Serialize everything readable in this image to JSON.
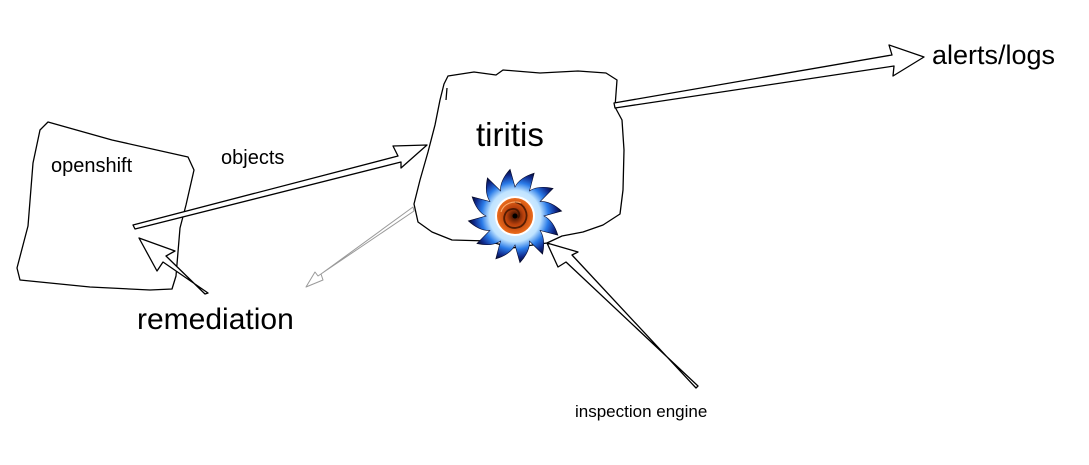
{
  "nodes": {
    "openshift": "openshift",
    "tiritis": "tiritis"
  },
  "edges": {
    "objects": "objects",
    "remediation": "remediation",
    "alerts_logs": "alerts/logs",
    "inspection_engine": "inspection engine"
  },
  "colors": {
    "stroke": "#000000",
    "faint_stroke": "#9a9a9a",
    "background": "#ffffff",
    "engine_outer": "#0a0f3a",
    "engine_mid": "#1f5fd6",
    "engine_glow": "#bfe3ff",
    "engine_core": "#e85a14"
  },
  "icons": {
    "inspection_engine": "spinning-vortex-icon"
  }
}
